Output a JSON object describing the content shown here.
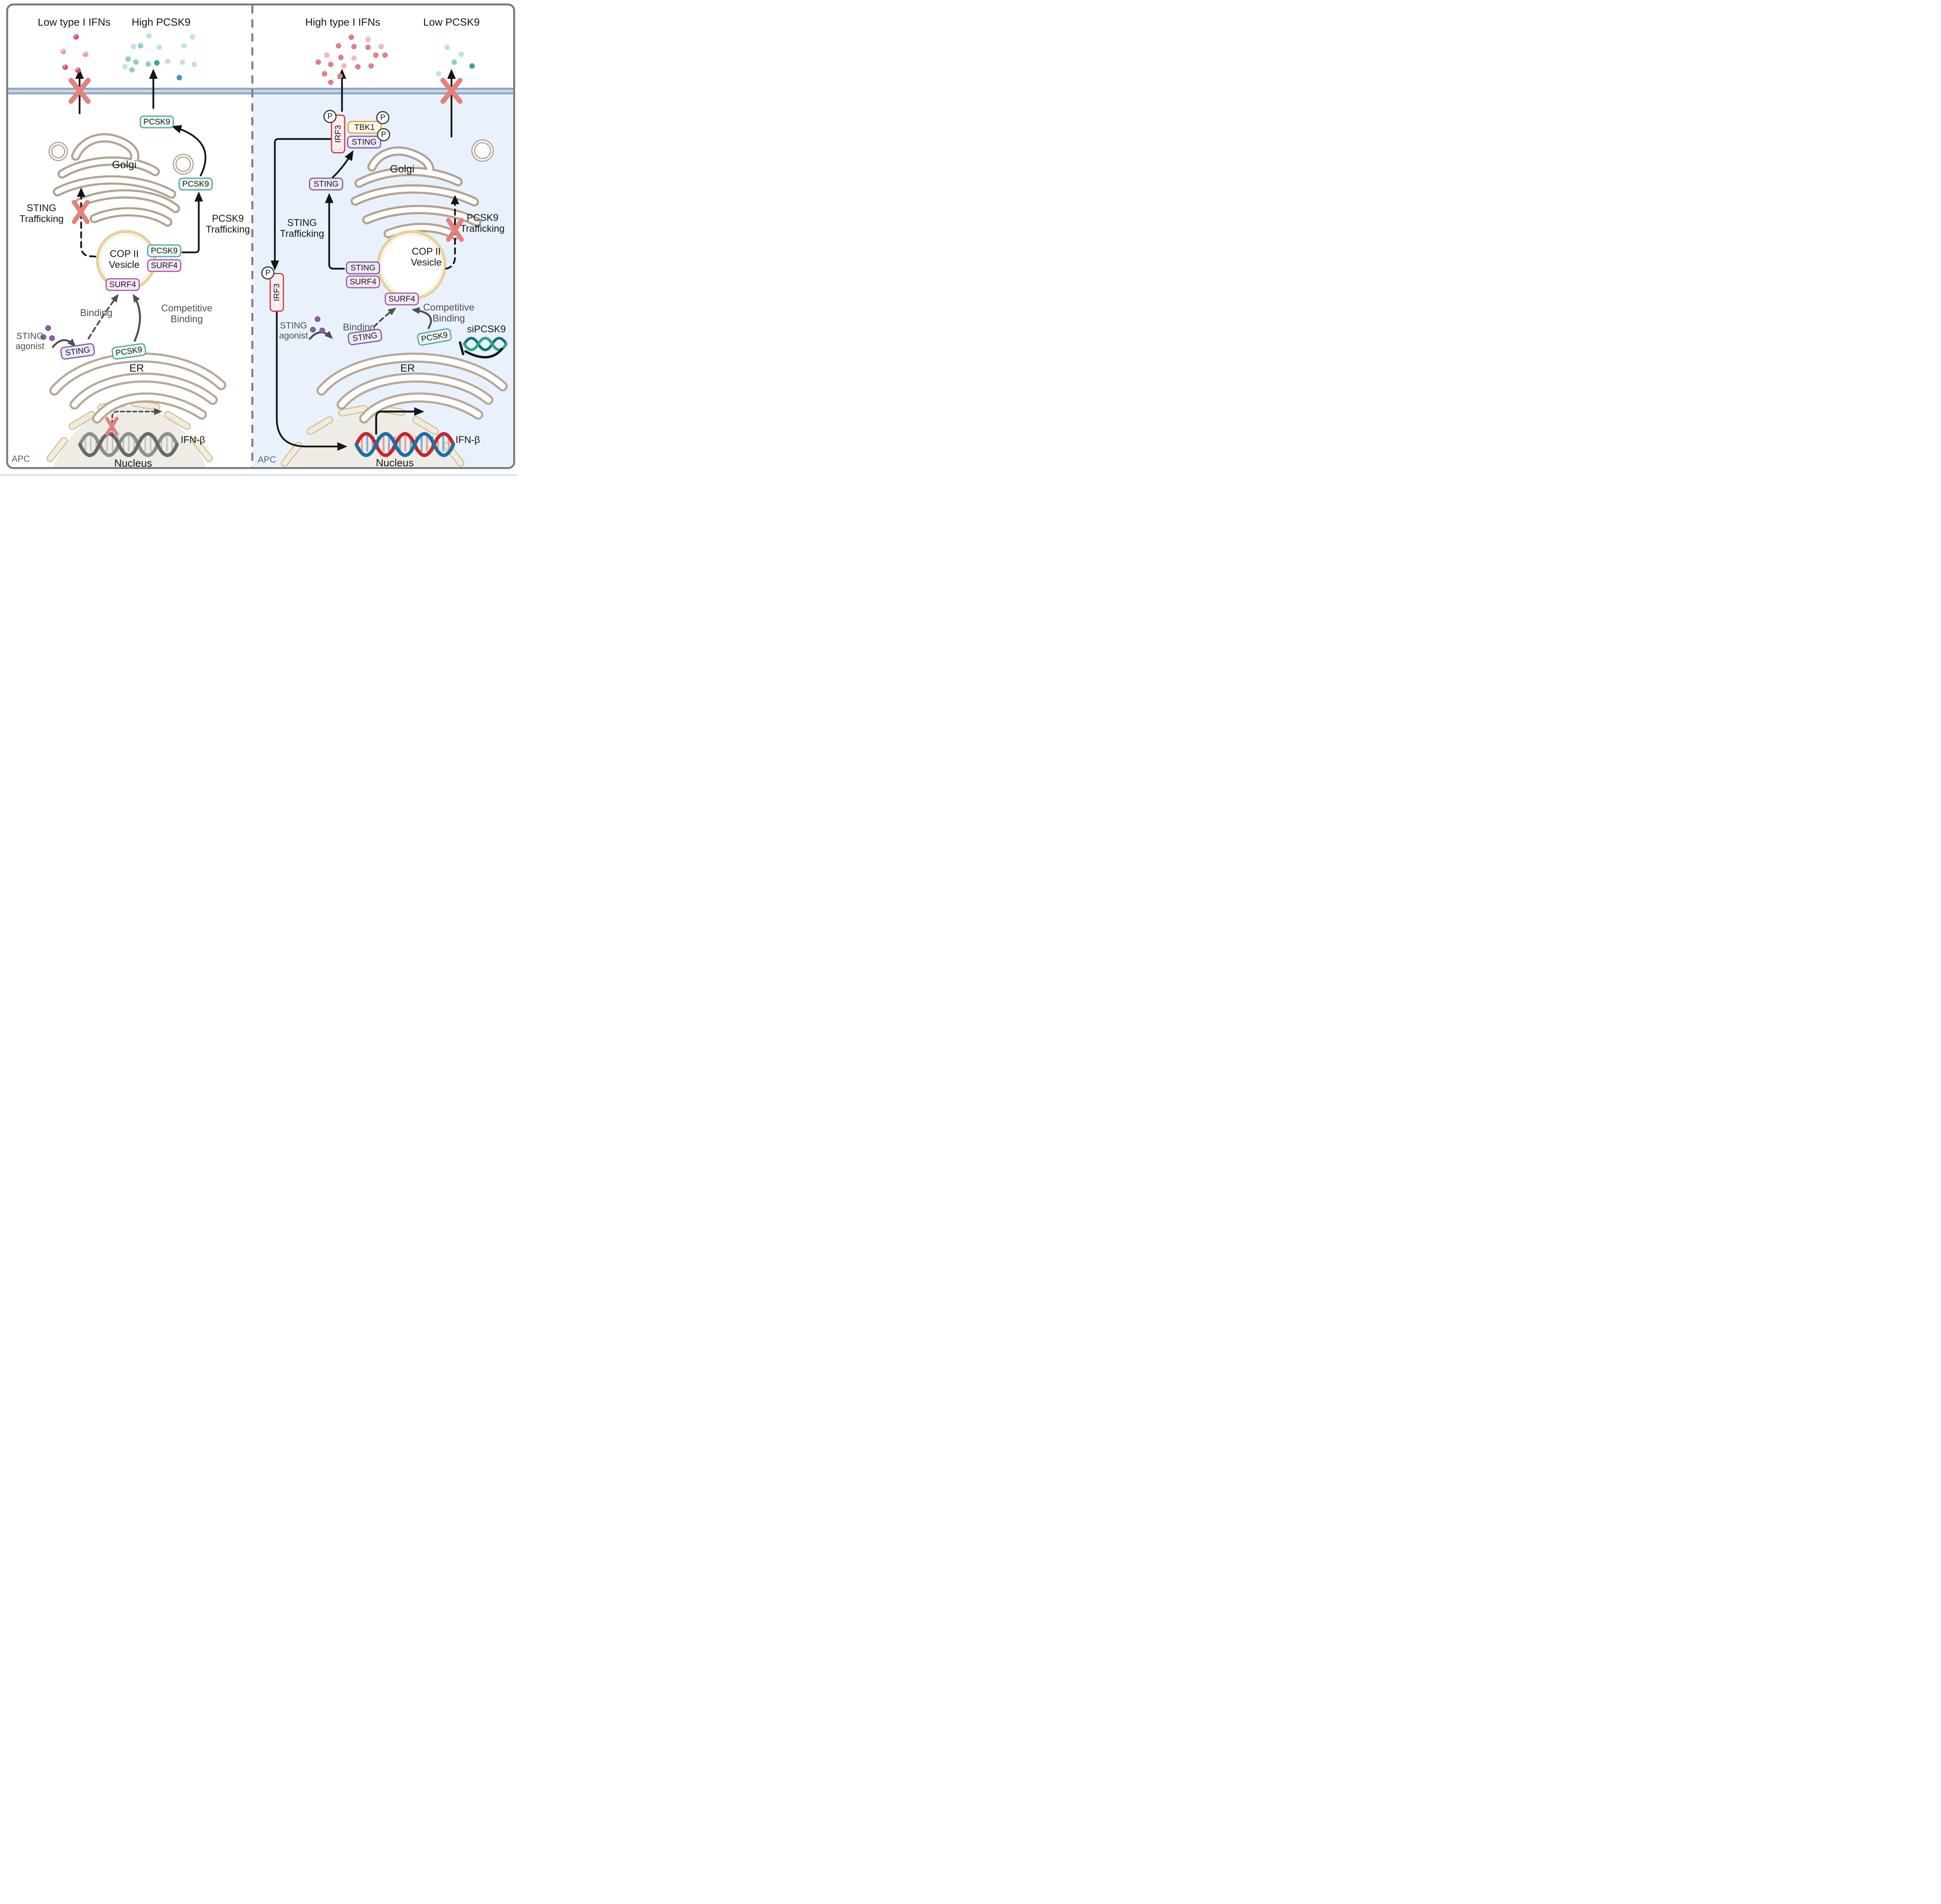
{
  "molecules": {
    "pcsk9": "PCSK9",
    "sting": "STING",
    "surf4": "SURF4",
    "irf3": "IRF3",
    "tbk1": "TBK1",
    "phospho": "P"
  },
  "left": {
    "ifn_level": "Low type I IFNs",
    "pcsk9_level": "High PCSK9",
    "golgi": "Golgi",
    "sting_trafficking": "STING\nTrafficking",
    "pcsk9_trafficking": "PCSK9\nTrafficking",
    "cop_vesicle": "COP II\nVesicle",
    "binding": "Binding",
    "competitive_binding": "Competitive\nBinding",
    "sting_agonist": "STING\nagonist",
    "er": "ER",
    "ifn_beta": "IFN-β",
    "nucleus": "Nucleus",
    "apc": "APC"
  },
  "right": {
    "ifn_level": "High type I IFNs",
    "pcsk9_level": "Low PCSK9",
    "golgi": "Golgi",
    "sting_trafficking": "STING\nTrafficking",
    "pcsk9_trafficking": "PCSK9\nTrafficking",
    "cop_vesicle": "COP II\nVesicle",
    "binding": "Binding",
    "competitive_binding": "Competitive\nBinding",
    "sting_agonist": "STING\nagonist",
    "sipcsk9": "siPCSK9",
    "er": "ER",
    "ifn_beta": "IFN-β",
    "nucleus": "Nucleus",
    "apc": "APC"
  },
  "dot_counts": {
    "left_ifn_dots": 5,
    "left_pcsk9_dots": 16,
    "right_ifn_dots": 19,
    "right_pcsk9_dots": 5,
    "sting_agonist_dots": 3
  },
  "colors": {
    "ifn_dot": "#d94f72",
    "pcsk9_dot": "#3e9ea3",
    "agonist_dot": "#8f5fa8",
    "blocked_x": "#e2837d",
    "membrane": "#c9d6e9",
    "right_cytoplasm": "#e9f2fc",
    "frame": "#7b7b7b",
    "golgi_er": "#b3a392",
    "vesicle": "#e7d2a0",
    "dna_red": "#c1272f",
    "dna_blue": "#1d6fa3"
  }
}
